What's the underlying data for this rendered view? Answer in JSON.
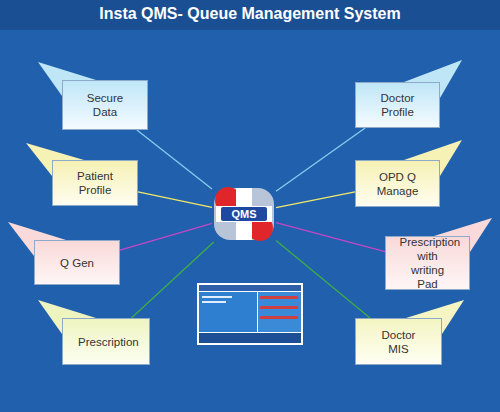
{
  "diagram": {
    "title": "Insta QMS- Queue Management System",
    "nodes": [
      {
        "text": [
          "Secure Data"
        ]
      },
      {
        "text": [
          "Doctor Profile"
        ]
      },
      {
        "text": [
          "Patient Profile"
        ]
      },
      {
        "text": [
          "OPD Q Manage"
        ]
      },
      {
        "text": [
          "QMS"
        ]
      },
      {
        "text": [
          "Q Gen"
        ]
      },
      {
        "text": [
          "Prescription with writing Pad"
        ]
      },
      {
        "text": [
          "Prescription"
        ]
      },
      {
        "text": [
          "Doctor MIS"
        ]
      }
    ],
    "edges": [
      {
        "from": 4,
        "to": 0,
        "arrow": "none"
      },
      {
        "from": 4,
        "to": 1,
        "arrow": "none"
      },
      {
        "from": 4,
        "to": 2,
        "arrow": "none"
      },
      {
        "from": 4,
        "to": 3,
        "arrow": "none"
      },
      {
        "from": 4,
        "to": 5,
        "arrow": "none"
      },
      {
        "from": 4,
        "to": 6,
        "arrow": "none"
      },
      {
        "from": 4,
        "to": 7,
        "arrow": "none"
      },
      {
        "from": 4,
        "to": 8,
        "arrow": "none"
      }
    ]
  }
}
